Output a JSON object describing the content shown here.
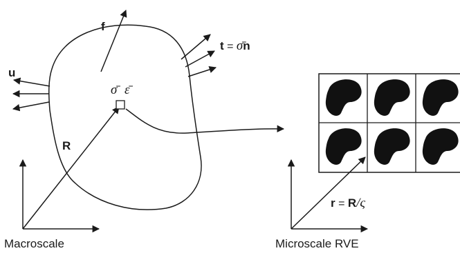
{
  "labels": {
    "f": "f",
    "u": "u",
    "R": "R",
    "sigma_bar": "σ̄",
    "epsilon_bar": "ε̄",
    "traction_t": "t",
    "traction_eq": " = ",
    "traction_sigma": "σ̄",
    "traction_n": "n",
    "r_var": "r",
    "r_eq": " = ",
    "r_R": "R",
    "r_slash_zeta": "/ς",
    "macroscale": "Macroscale",
    "microscale": "Microscale RVE"
  },
  "colors": {
    "ink": "#1a1a1a",
    "inclusion": "#111111",
    "background": "#ffffff"
  },
  "rve": {
    "rows": 2,
    "cols": 3
  }
}
